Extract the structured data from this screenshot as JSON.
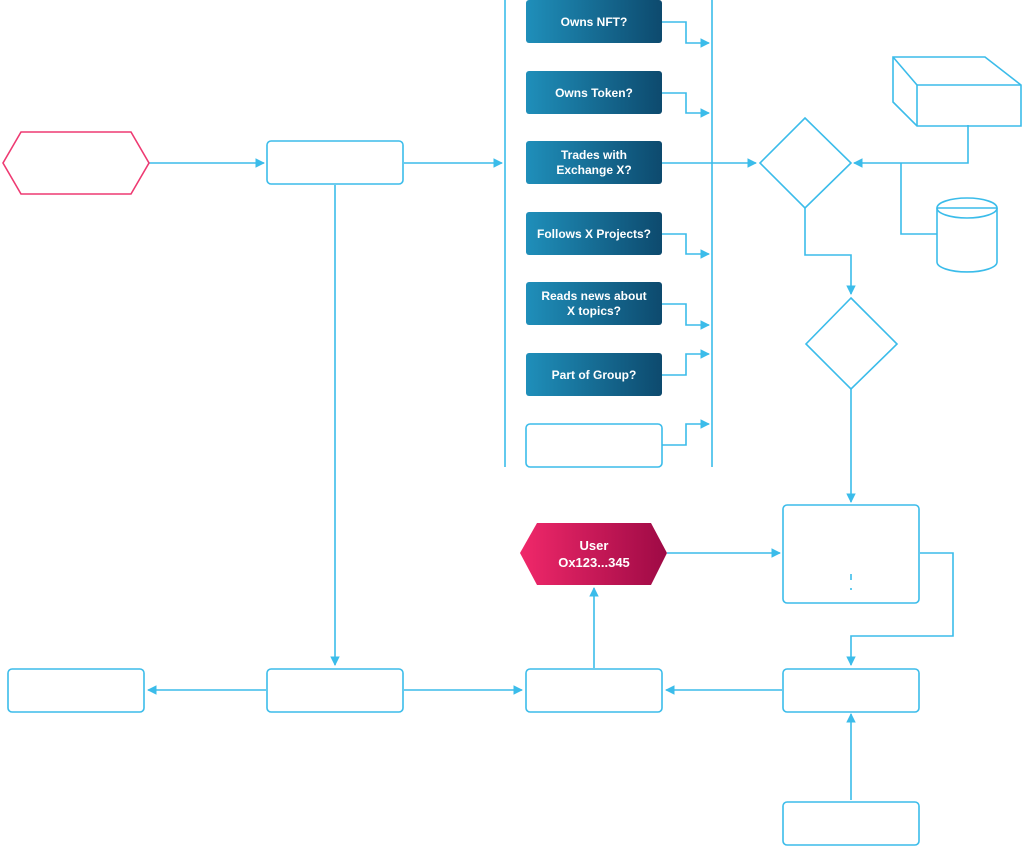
{
  "diagram": {
    "colors": {
      "line": "#3bbcea",
      "start_outline": "#ee3a72",
      "criteria_fill_left": "#1f8fba",
      "criteria_fill_right": "#0d4a6e",
      "user_fill_left": "#f0286a",
      "user_fill_right": "#9e0a45"
    },
    "criteria": [
      {
        "line1": "Owns NFT?",
        "line2": ""
      },
      {
        "line1": "Owns Token?",
        "line2": ""
      },
      {
        "line1": "Trades with",
        "line2": "Exchange X?"
      },
      {
        "line1": "Follows X Projects?",
        "line2": ""
      },
      {
        "line1": "Reads news about",
        "line2": "X topics?"
      },
      {
        "line1": "Part of Group?",
        "line2": ""
      }
    ],
    "user": {
      "line1": "User",
      "line2": "Ox123...345"
    }
  }
}
